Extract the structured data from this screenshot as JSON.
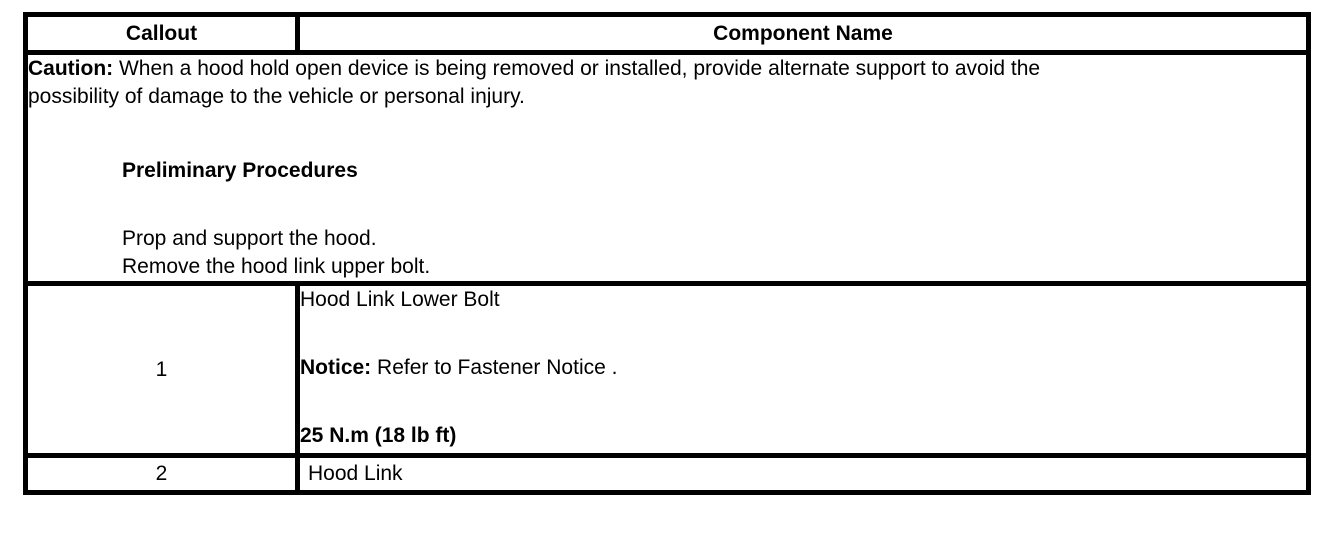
{
  "header": {
    "callout_label": "Callout",
    "component_label": "Component Name"
  },
  "caution_row": {
    "caution_prefix": "Caution:",
    "caution_text": " When a hood hold open device is being removed or installed, provide alternate support to avoid the\npossibility of damage to the vehicle or personal injury.",
    "preliminary_heading": "Preliminary Procedures",
    "procedures": "Prop and support the hood.\nRemove the hood link upper bolt."
  },
  "rows": [
    {
      "callout": "1",
      "component": "Hood Link Lower Bolt",
      "notice_prefix": "Notice:",
      "notice_text": " Refer to Fastener Notice .",
      "torque": "25 N.m (18 lb ft)"
    },
    {
      "callout": "2",
      "component": "Hood Link"
    }
  ],
  "colors": {
    "border": "#000000",
    "background": "#ffffff",
    "text": "#000000"
  }
}
